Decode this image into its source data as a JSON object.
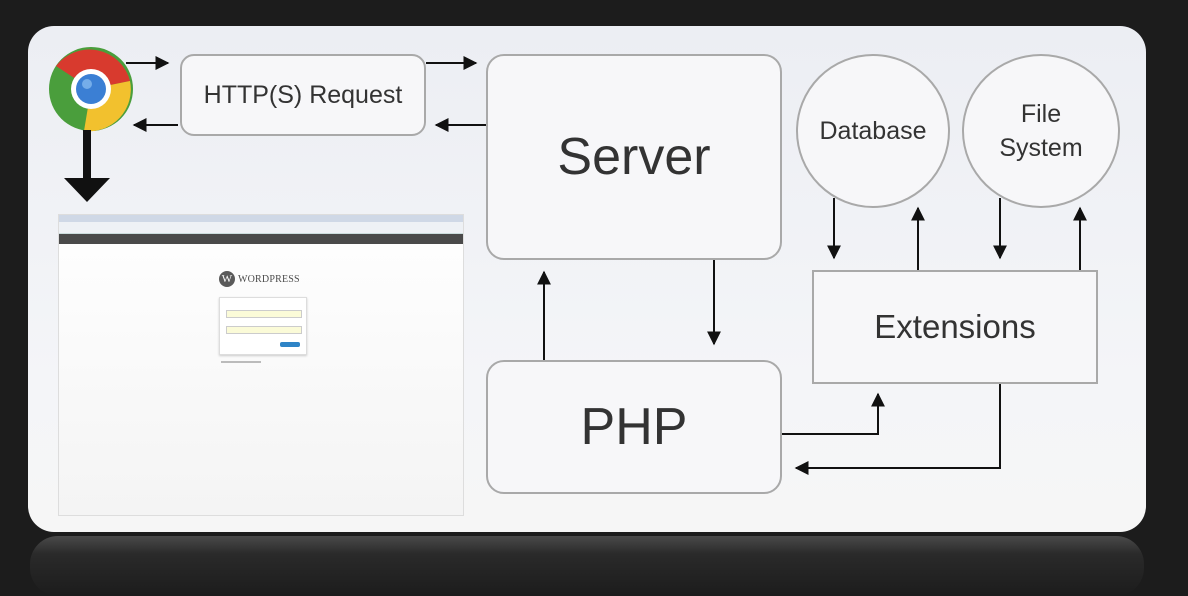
{
  "diagram": {
    "nodes": {
      "http_request": "HTTP(S) Request",
      "server": "Server",
      "php": "PHP",
      "database": "Database",
      "file_system": "File System",
      "extensions": "Extensions"
    },
    "icons": {
      "browser": "chrome-browser-icon",
      "screenshot": "wordpress-login-screenshot"
    },
    "thumbnail": {
      "logo_text": "WORDPRESS",
      "logo_mark": "W"
    }
  }
}
